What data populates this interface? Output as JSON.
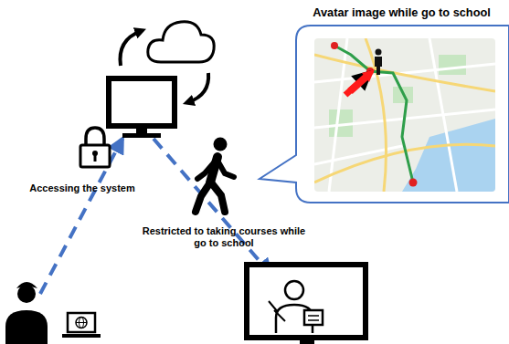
{
  "diagram": {
    "nodes": [
      {
        "text": [
          "Avatar image while go to school"
        ]
      }
    ],
    "labels": [
      "Accessing the system",
      "Restricted to taking courses while go to school"
    ]
  }
}
